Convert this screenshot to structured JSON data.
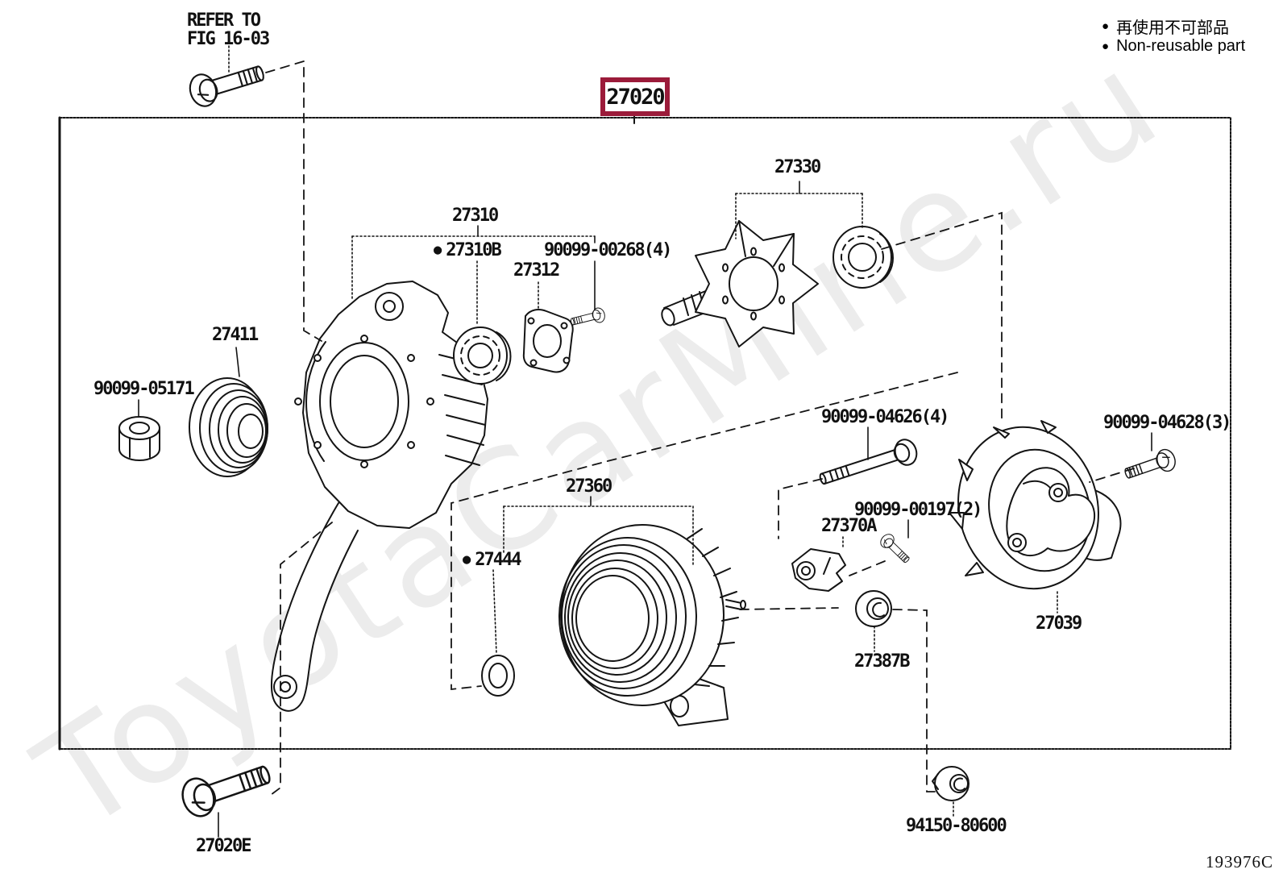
{
  "watermark": "ToyotaCarMine.ru",
  "diagram_code": "193976C",
  "legend": {
    "bullet": "●",
    "non_reusable_jp": "再使用不可部品",
    "non_reusable_en": "Non-reusable part"
  },
  "refer_note": {
    "line1": "REFER TO",
    "line2": "FIG 16-03"
  },
  "highlight": {
    "part_no": "27020",
    "box_color": "#9b1b3a"
  },
  "non_reusable_parts": [
    "27310B",
    "27444"
  ],
  "colors": {
    "line_art": "#141414",
    "watermark_gray": "#ececec",
    "highlight_box": "#9b1b3a"
  },
  "labels": {
    "p27020": "27020",
    "p27330": "27330",
    "p27310": "27310",
    "p27310B": "27310B",
    "p27312": "27312",
    "p90099_00268": "90099-00268(4)",
    "p27411": "27411",
    "p90099_05171": "90099-05171",
    "p27360": "27360",
    "p27444": "27444",
    "p90099_04626": "90099-04626(4)",
    "p90099_00197": "90099-00197(2)",
    "p27370A": "27370A",
    "p90099_04628": "90099-04628(3)",
    "p27039": "27039",
    "p27387B": "27387B",
    "p94150_80600": "94150-80600",
    "p27020E": "27020E"
  }
}
